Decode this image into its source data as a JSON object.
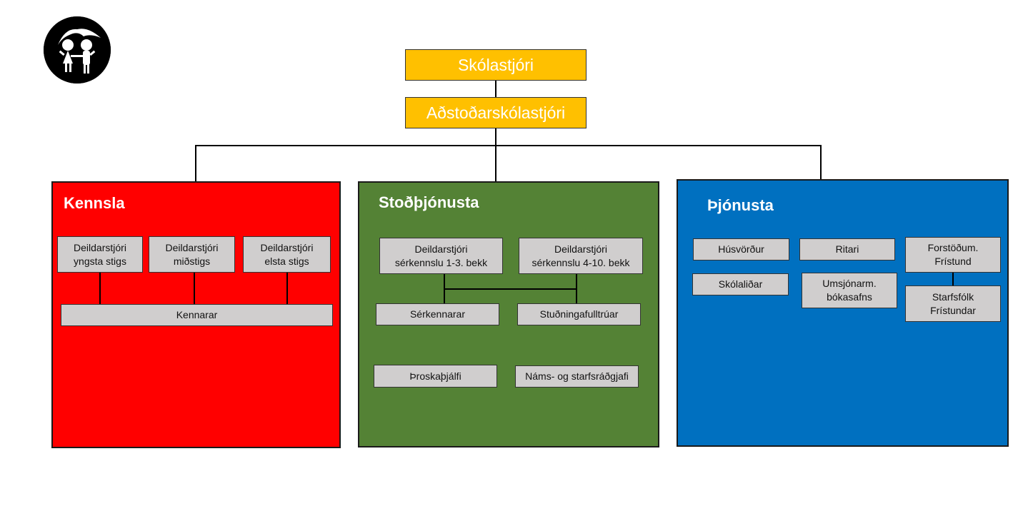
{
  "colors": {
    "top_boxes": "#FFC000",
    "kennsla": "#FF0000",
    "stodthjonusta": "#548235",
    "thjonusta": "#0070C0",
    "sub_boxes": "#D0CECE"
  },
  "logo": {
    "icon": "school-children-logo-icon"
  },
  "top": {
    "principal": "Skólastjóri",
    "assistant": "Aðstoðarskólastjóri"
  },
  "kennsla": {
    "title": "Kennsla",
    "heads": [
      "Deildarstjóri\nyngsta stigs",
      "Deildarstjóri\nmiðstigs",
      "Deildarstjóri\nelsta stigs"
    ],
    "teachers": "Kennarar"
  },
  "stodthjonusta": {
    "title": "Stoðþjónusta",
    "heads": [
      "Deildarstjóri\nsérkennslu 1-3. bekk",
      "Deildarstjóri\nsérkennslu 4-10. bekk"
    ],
    "staff": [
      "Sérkennarar",
      "Stuðningafulltrúar"
    ],
    "extra": [
      "Þroskaþjálfi",
      "Náms- og starfsráðgjafi"
    ]
  },
  "thjonusta": {
    "title": "Þjónusta",
    "items": [
      "Húsvörður",
      "Ritari",
      "Forstöðum.\nFrístund",
      "Skólaliðar",
      "Umsjónarm.\nbókasafns",
      "Starfsfólk\nFrístundar"
    ]
  }
}
